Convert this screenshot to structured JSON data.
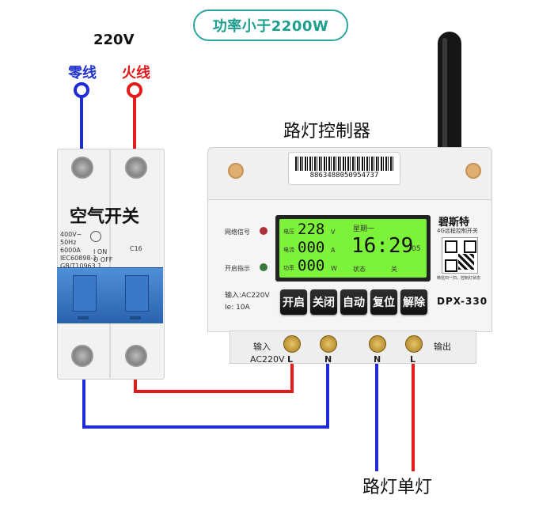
{
  "header": {
    "power_note": "功率小于2200W"
  },
  "supply": {
    "voltage": "220V",
    "neutral_label": "零线",
    "live_label": "火线"
  },
  "breaker": {
    "label": "空气开关",
    "spec_lines": [
      "400V~",
      "50Hz",
      "6000A",
      "IEC60898-1",
      "GB/T10963.1"
    ],
    "on_off": [
      "I ON",
      "O OFF"
    ],
    "rating": "C16"
  },
  "controller": {
    "title": "路灯控制器",
    "barcode": "8863488050954737",
    "brand": "碧斯特",
    "brand_sub": "4G远程控制开关",
    "model": "DPX-330",
    "network_label": "网络信号",
    "status_label": "开启指示",
    "input_spec": "输入:AC220V",
    "current_spec": "Ie: 10A",
    "qr_caption": "微信扫一扫，控制灯状态",
    "buttons": [
      "开启",
      "关闭",
      "自动",
      "复位",
      "解除"
    ],
    "screen": {
      "voltage_tag": "电压",
      "voltage": "228",
      "voltage_unit": "V",
      "current_tag": "电流",
      "current": "000",
      "current_unit": "A",
      "power_tag": "功率",
      "power": "000",
      "power_unit": "W",
      "weekday": "星期一",
      "time": "16:29",
      "seconds": "05",
      "status_tag": "状态",
      "status": "关"
    },
    "terminals": {
      "input_label": "输入",
      "input_voltage": "AC220V",
      "output_label": "输出",
      "pins": [
        "L",
        "N",
        "N",
        "L"
      ]
    }
  },
  "load": {
    "label": "路灯单灯"
  },
  "colors": {
    "neutral": "#1e2bd6",
    "live": "#e41b1b",
    "accent": "#2aa79a",
    "lcd": "#7cf23a"
  }
}
